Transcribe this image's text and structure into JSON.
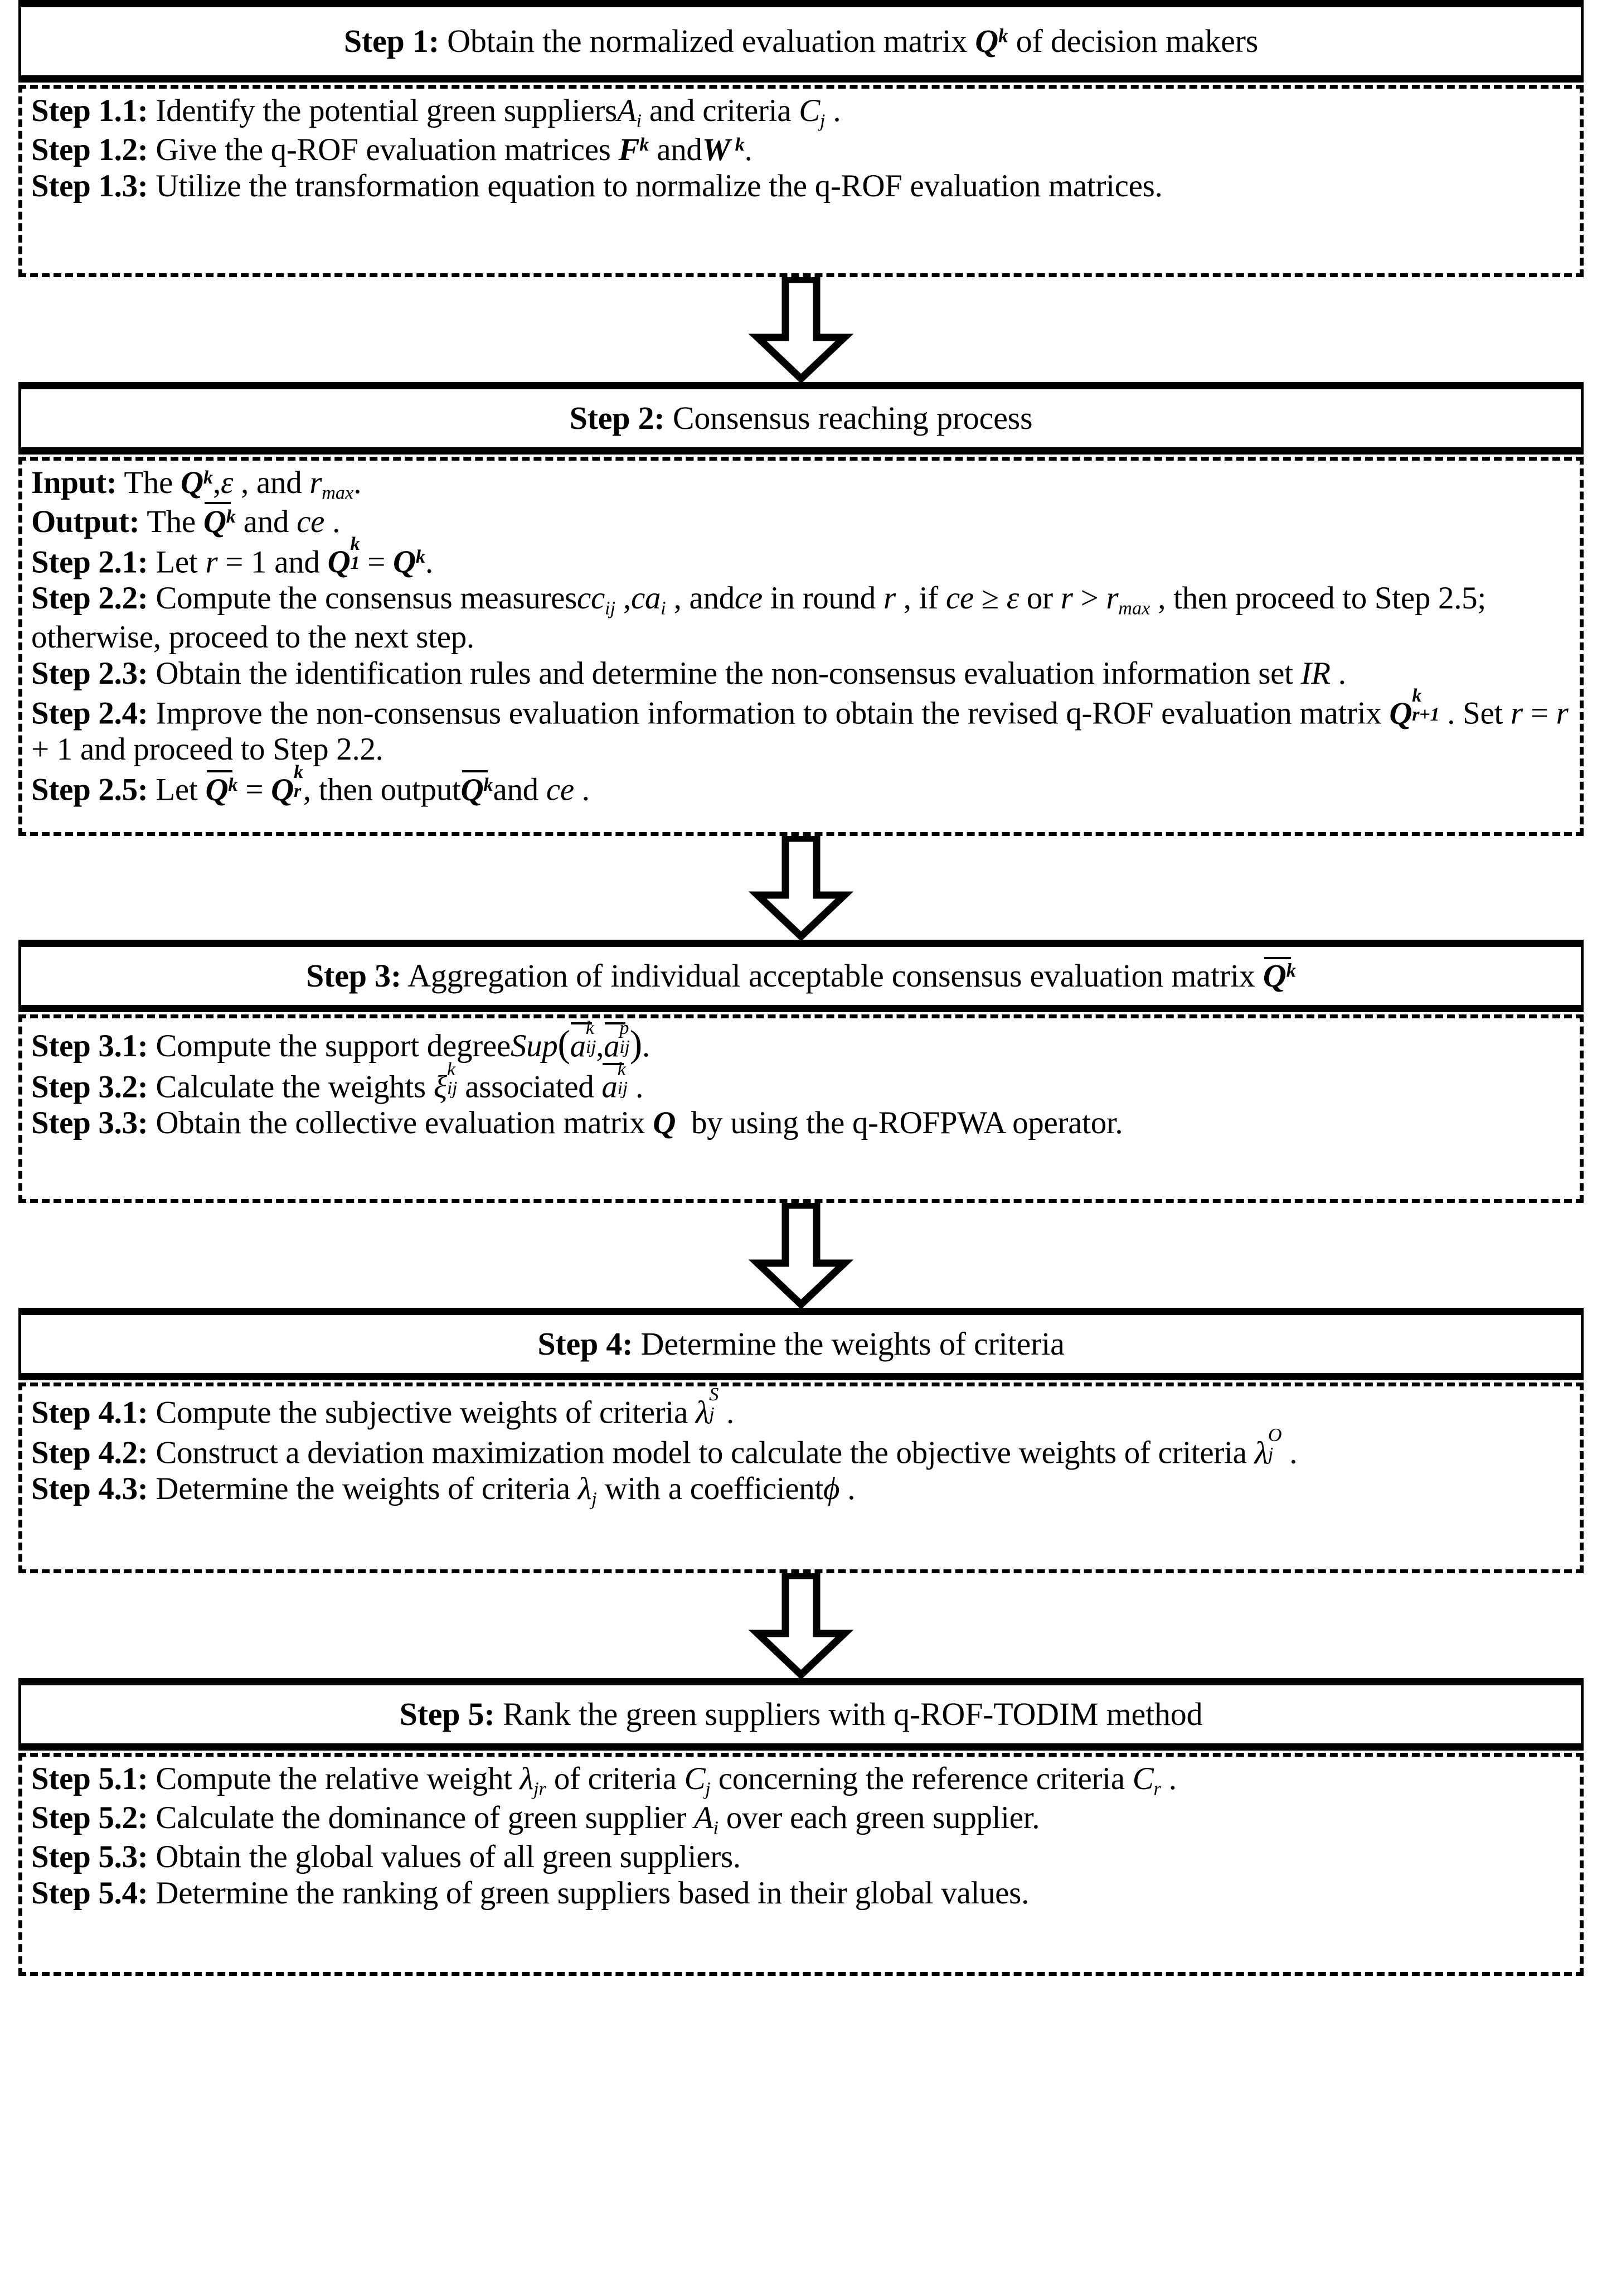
{
  "diagram": {
    "title": "q-ROF-TODIM green supplier selection procedure flowchart",
    "steps": [
      {
        "id": "step-1",
        "header": "Step 1: Obtain the normalized evaluation matrix Q^k of decision makers",
        "header_label": "Step 1:",
        "header_text": "Obtain the normalized evaluation matrix",
        "header_symbol": "Q^k",
        "header_tail": "of decision makers",
        "items": [
          {
            "label": "Step 1.1:",
            "text": "Identify the potential green suppliers A_i and criteria C_j ."
          },
          {
            "label": "Step 1.2:",
            "text": "Give the q-ROF evaluation matrices F^k and W^k."
          },
          {
            "label": "Step 1.3:",
            "text": "Utilize the transformation equation to normalize the q-ROF evaluation matrices."
          }
        ]
      },
      {
        "id": "step-2",
        "header": "Step 2: Consensus reaching process",
        "header_label": "Step 2:",
        "header_text": "Consensus reaching process",
        "items": [
          {
            "label": "Input:",
            "text": "The Q^k, ε , and r_max ."
          },
          {
            "label": "Output:",
            "text": "The Q̅^k and ce ."
          },
          {
            "label": "Step 2.1:",
            "text": "Let r = 1 and Q_1^k = Q^k."
          },
          {
            "label": "Step 2.2:",
            "text": "Compute the consensus measures cc_ij , ca_i , and ce in round r , if ce ≥ ε or r > r_max , then proceed to Step 2.5; otherwise, proceed to the next step."
          },
          {
            "label": "Step 2.3:",
            "text": "Obtain the identification rules and determine the non-consensus evaluation information set IR ."
          },
          {
            "label": "Step 2.4:",
            "text": "Improve the non-consensus evaluation information to obtain the revised q-ROF evaluation matrix Q_{r+1}^k . Set r = r + 1 and proceed to Step 2.2."
          },
          {
            "label": "Step 2.5:",
            "text": "Let Q̅^k = Q_r^k, then output Q̅^k and ce ."
          }
        ]
      },
      {
        "id": "step-3",
        "header": "Step 3: Aggregation of individual acceptable consensus evaluation matrix Q̅^k",
        "header_label": "Step 3:",
        "header_text": "Aggregation of individual acceptable consensus evaluation matrix",
        "header_symbol": "Q̅^k",
        "items": [
          {
            "label": "Step 3.1:",
            "text": "Compute the support degree Sup( a̅_ij^k , a̅_ij^p ) ."
          },
          {
            "label": "Step 3.2:",
            "text": "Calculate the weights ξ_ij^k associated a̅_ij^k ."
          },
          {
            "label": "Step 3.3:",
            "text": "Obtain the collective evaluation matrix Q by using the q-ROFPWA operator."
          }
        ]
      },
      {
        "id": "step-4",
        "header": "Step 4: Determine the weights of criteria",
        "header_label": "Step 4:",
        "header_text": "Determine the weights of criteria",
        "items": [
          {
            "label": "Step 4.1:",
            "text": "Compute the subjective weights of criteria λ_j^S ."
          },
          {
            "label": "Step 4.2:",
            "text": "Construct a deviation maximization model to calculate the objective weights of criteria λ_j^O ."
          },
          {
            "label": "Step 4.3:",
            "text": "Determine the weights of criteria λ_j with a coefficient φ ."
          }
        ]
      },
      {
        "id": "step-5",
        "header": "Step 5: Rank the green suppliers with q-ROF-TODIM method",
        "header_label": "Step 5:",
        "header_text": "Rank the green suppliers with q-ROF-TODIM method",
        "items": [
          {
            "label": "Step 5.1:",
            "text": "Compute the relative weight λ_jr of criteria C_j concerning the reference criteria C_r ."
          },
          {
            "label": "Step 5.2:",
            "text": "Calculate the dominance of green supplier A_i over each green supplier."
          },
          {
            "label": "Step 5.3:",
            "text": "Obtain the global values of all green suppliers."
          },
          {
            "label": "Step 5.4:",
            "text": "Determine the ranking of green suppliers based in their global values."
          }
        ]
      }
    ],
    "connectors": [
      {
        "name": "arrow-step1-to-step2",
        "direction": "down"
      },
      {
        "name": "arrow-step2-to-step3",
        "direction": "down"
      },
      {
        "name": "arrow-step3-to-step4",
        "direction": "down"
      },
      {
        "name": "arrow-step4-to-step5",
        "direction": "down"
      }
    ],
    "colors": {
      "stroke": "#000000",
      "background": "#ffffff",
      "text": "#000000"
    }
  }
}
